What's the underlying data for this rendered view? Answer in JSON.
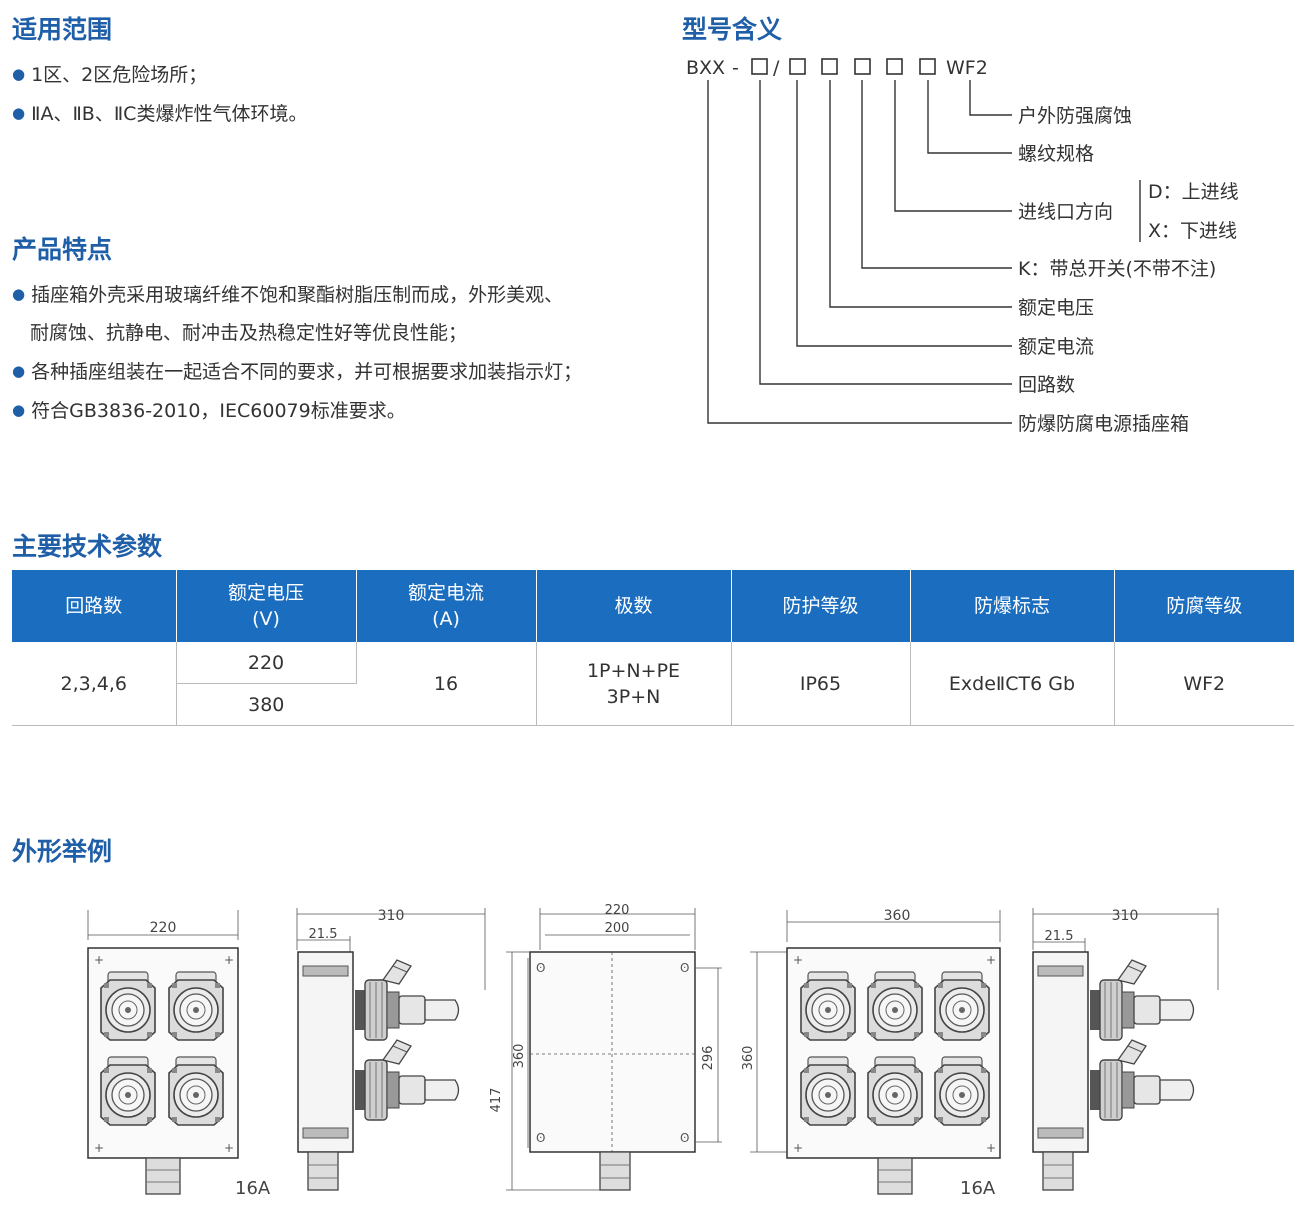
{
  "scope": {
    "title": "适用范围",
    "items": [
      "1区、2区危险场所；",
      "ⅡA、ⅡB、ⅡC类爆炸性气体环境。"
    ]
  },
  "features": {
    "title": "产品特点",
    "items": [
      "插座箱外壳采用玻璃纤维不饱和聚酯树脂压制而成，外形美观、",
      "各种插座组装在一起适合不同的要求，并可根据要求加装指示灯；",
      "符合GB3836-2010，IEC60079标准要求。"
    ],
    "continuation": "耐腐蚀、抗静电、耐冲击及热稳定性好等优良性能；"
  },
  "model": {
    "title": "型号含义",
    "code_prefix": "BXX",
    "code_dash": "-",
    "code_slash": "/",
    "code_suffix": "WF2",
    "labels": [
      "户外防强腐蚀",
      "螺纹规格",
      "进线口方向",
      "K：带总开关(不带不注)",
      "额定电压",
      "额定电流",
      "回路数",
      "防爆防腐电源插座箱"
    ],
    "direction_options": [
      "D：上进线",
      "X：下进线"
    ]
  },
  "params": {
    "title": "主要技术参数",
    "headers": [
      {
        "line1": "回路数",
        "line2": ""
      },
      {
        "line1": "额定电压",
        "line2": "(V)"
      },
      {
        "line1": "额定电流",
        "line2": "(A)"
      },
      {
        "line1": "极数",
        "line2": ""
      },
      {
        "line1": "防护等级",
        "line2": ""
      },
      {
        "line1": "防爆标志",
        "line2": ""
      },
      {
        "line1": "防腐等级",
        "line2": ""
      }
    ],
    "row": {
      "circuits": "2,3,4,6",
      "voltage_1": "220",
      "voltage_2": "380",
      "current": "16",
      "poles_1": "1P+N+PE",
      "poles_2": "3P+N",
      "protection": "IP65",
      "explosion": "ExdeⅡCT6 Gb",
      "corrosion": "WF2"
    }
  },
  "outline": {
    "title": "外形举例",
    "fig1": {
      "width": "220",
      "rating": "16A"
    },
    "fig2": {
      "total": "310",
      "offset": "21.5"
    },
    "fig3": {
      "outer_w": "220",
      "inner_w": "200",
      "outer_h": "417",
      "mid_h": "360",
      "inner_h": "296"
    },
    "fig4": {
      "width": "360",
      "height": "360",
      "rating": "16A"
    },
    "fig5": {
      "total": "310",
      "offset": "21.5"
    }
  }
}
